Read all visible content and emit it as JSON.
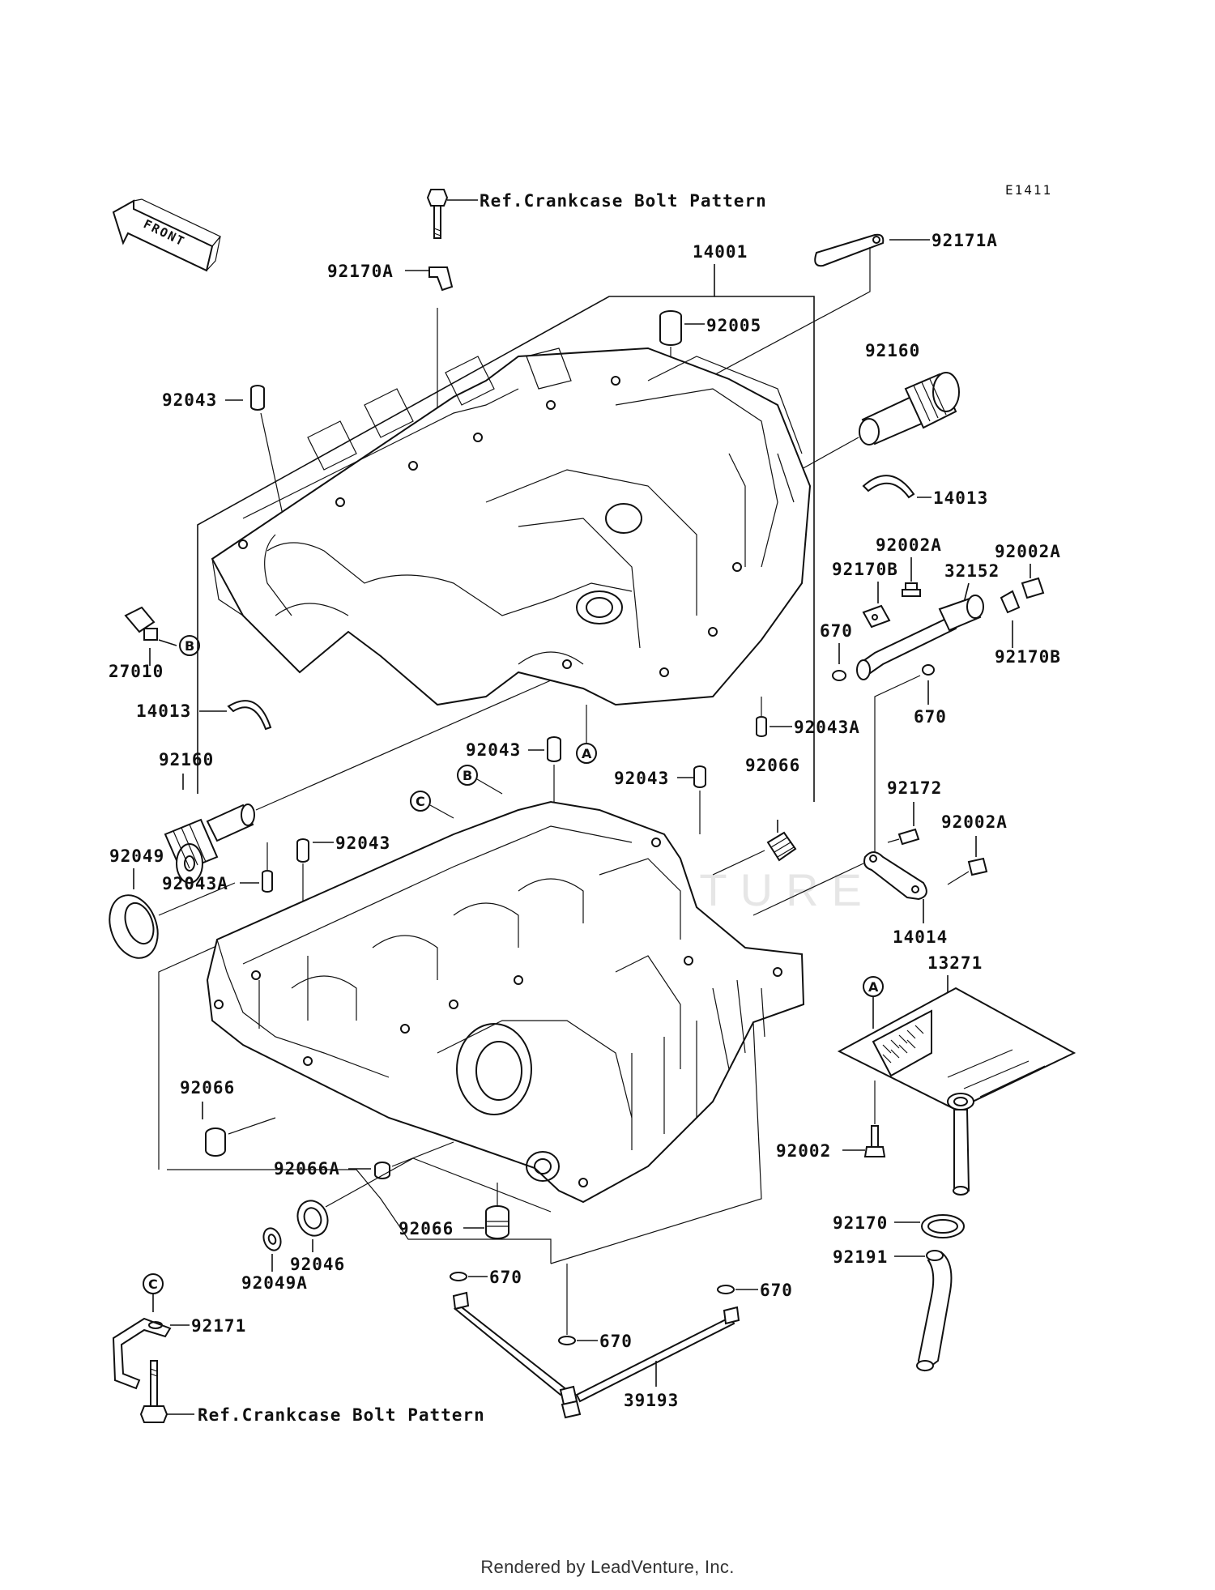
{
  "diagram": {
    "code": "E1411",
    "front_label": "FRONT",
    "watermark": "LEADVENTURE",
    "ref_top": "Ref.Crankcase Bolt Pattern",
    "ref_bottom": "Ref.Crankcase Bolt Pattern",
    "refs": [
      "A",
      "B",
      "C"
    ],
    "labels": {
      "p92170A": "92170A",
      "p14001": "14001",
      "p92171A": "92171A",
      "p92005": "92005",
      "p92160_top": "92160",
      "p92043_top": "92043",
      "p14013_right": "14013",
      "p92002A_mid": "92002A",
      "p92002A_right": "92002A",
      "p92170B_left": "92170B",
      "p32152": "32152",
      "p670_left": "670",
      "p92170B_right": "92170B",
      "p670_right": "670",
      "p27010": "27010",
      "p14013_left": "14013",
      "p92043A_right": "92043A",
      "p92160_left": "92160",
      "p92043_mid": "92043",
      "p92043_mid2": "92043",
      "p92066_top": "92066",
      "p92172": "92172",
      "p92002A_low": "92002A",
      "p92049": "92049",
      "p92043A_left": "92043A",
      "p92043_low": "92043",
      "p14014": "14014",
      "p13271": "13271",
      "p92066_left": "92066",
      "p92066A": "92066A",
      "p92002": "92002",
      "p92066_bottom": "92066",
      "p92046": "92046",
      "p92049A": "92049A",
      "p92170": "92170",
      "p92191": "92191",
      "p670_a": "670",
      "p670_b": "670",
      "p670_c": "670",
      "p92171": "92171",
      "p39193": "39193"
    }
  },
  "footer": {
    "credit": "Rendered by LeadVenture, Inc."
  }
}
